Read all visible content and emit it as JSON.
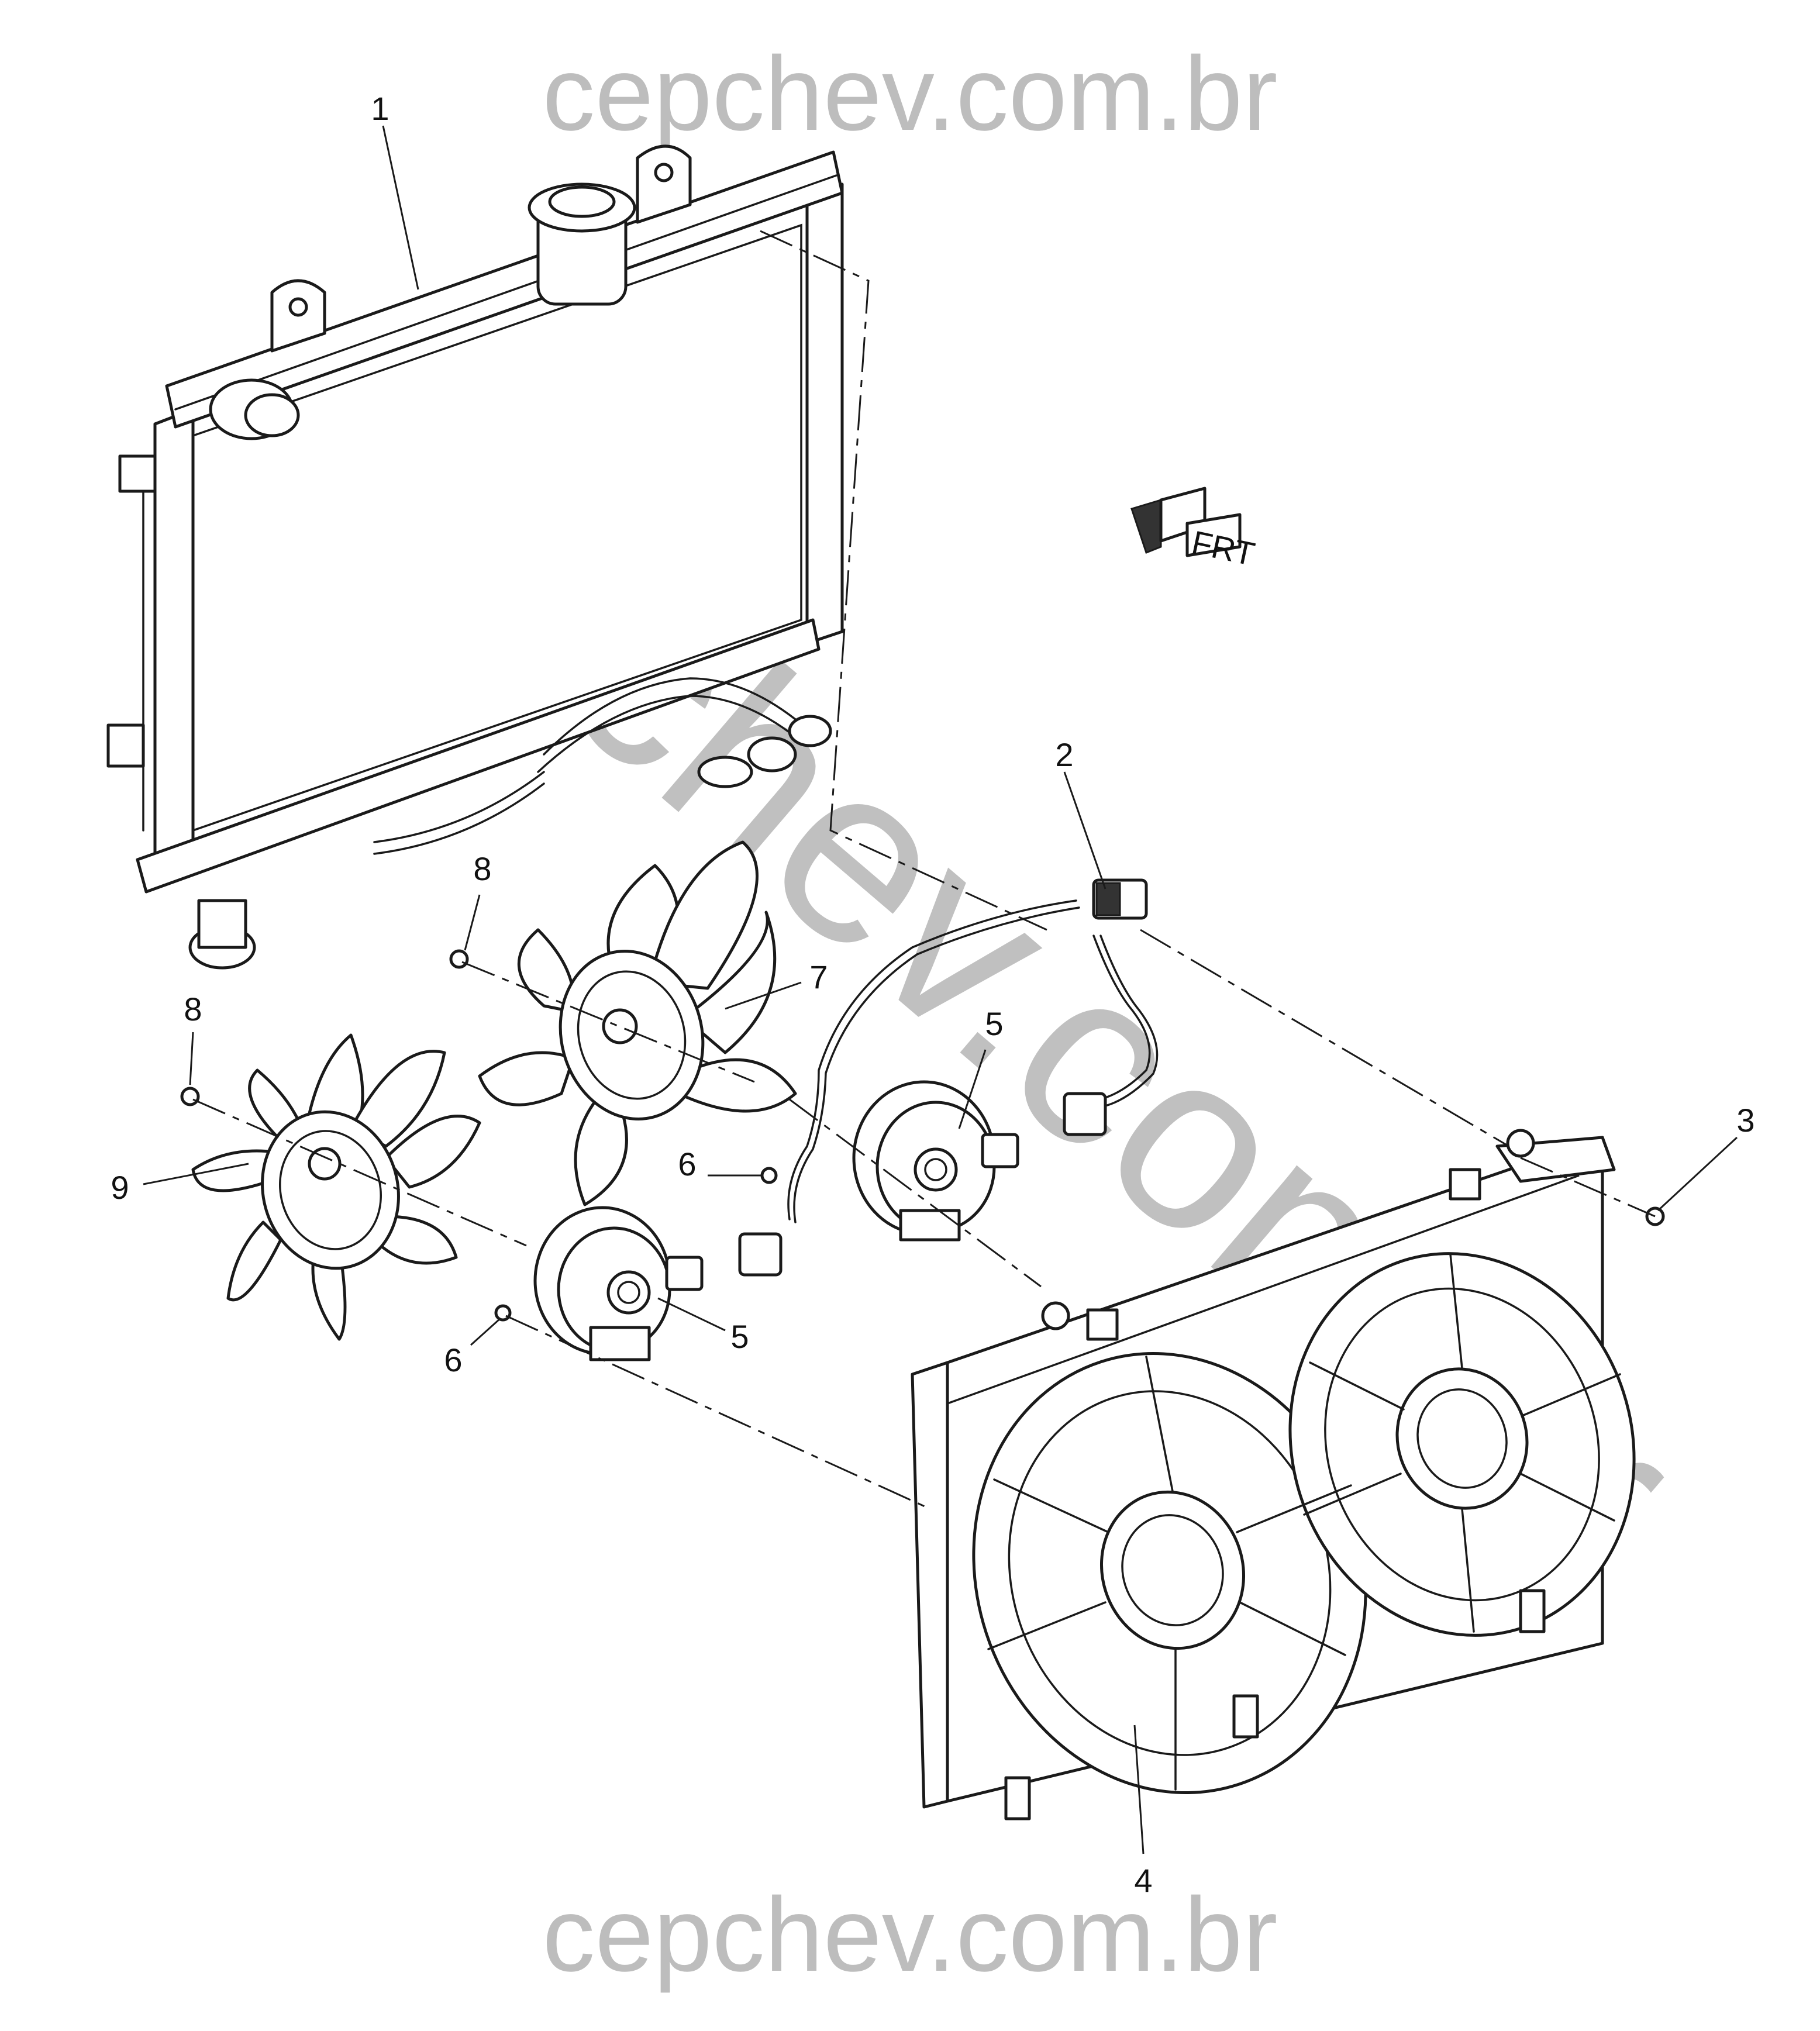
{
  "watermark": {
    "top_text": "cepchev.com.br",
    "bottom_text": "cepchev.com.br",
    "diagonal_text": "cepchev.com.br",
    "color": "#bdbdbd"
  },
  "callouts": [
    {
      "id": "radiator",
      "label": "1"
    },
    {
      "id": "harness-connector",
      "label": "2"
    },
    {
      "id": "shroud-bolt",
      "label": "3"
    },
    {
      "id": "fan-shroud",
      "label": "4"
    },
    {
      "id": "motor-right",
      "label": "5"
    },
    {
      "id": "motor-left",
      "label": "5"
    },
    {
      "id": "motor-bolt-right",
      "label": "6"
    },
    {
      "id": "motor-bolt-left",
      "label": "6"
    },
    {
      "id": "fan-nut-right",
      "label": "8"
    },
    {
      "id": "fan-nut-left",
      "label": "8"
    },
    {
      "id": "fan-blade-right",
      "label": "7"
    },
    {
      "id": "fan-blade-left",
      "label": "9"
    }
  ],
  "front_indicator": {
    "label": "FRT",
    "icon": "front-arrow-icon"
  },
  "colors": {
    "line": "#1a1a1a",
    "background": "#ffffff"
  }
}
